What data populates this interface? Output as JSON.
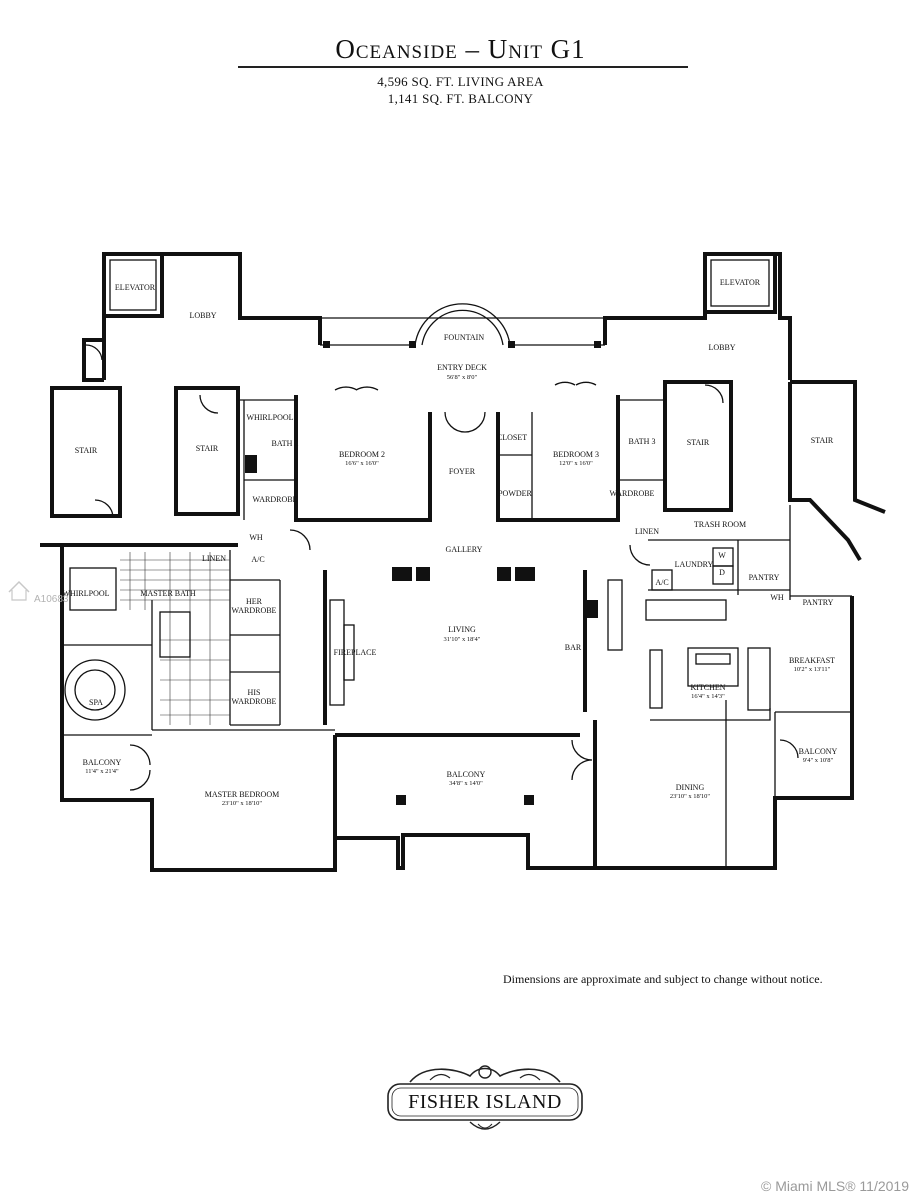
{
  "header": {
    "title": "Oceanside – Unit G1",
    "living_area": "4,596 SQ. FT. LIVING AREA",
    "balcony_area": "1,141 SQ. FT. BALCONY"
  },
  "rooms": {
    "elevator_left": "ELEVATOR",
    "elevator_right": "ELEVATOR",
    "lobby_left": "LOBBY",
    "lobby_right": "LOBBY",
    "fountain": "FOUNTAIN",
    "entry_deck": "ENTRY DECK",
    "entry_deck_dim": "56'8\" x 8'0\"",
    "stair_outer_left": "STAIR",
    "stair_inner_left": "STAIR",
    "stair_inner_right": "STAIR",
    "stair_outer_right": "STAIR",
    "whirlpool_top": "WHIRLPOOL",
    "bath2": "BATH 2",
    "bedroom2": "BEDROOM 2",
    "bedroom2_dim": "16'6\" x 16'0\"",
    "wardrobe_b2": "WARDROBE",
    "foyer": "FOYER",
    "closet": "CLOSET",
    "powder": "POWDER",
    "bedroom3": "BEDROOM 3",
    "bedroom3_dim": "12'0\" x 16'0\"",
    "bath3": "BATH 3",
    "wardrobe_b3": "WARDROBE",
    "linen_right": "LINEN",
    "trash_room": "TRASH ROOM",
    "wh_left": "WH",
    "ac_left": "A/C",
    "linen_left": "LINEN",
    "gallery": "GALLERY",
    "laundry": "LAUNDRY",
    "w": "W",
    "d": "D",
    "pantry1": "PANTRY",
    "ac_right": "A/C",
    "wh_right": "WH",
    "pantry2": "PANTRY",
    "whirlpool_master": "WHIRLPOOL",
    "master_bath": "MASTER BATH",
    "her_wardrobe_1": "HER",
    "her_wardrobe_2": "WARDROBE",
    "fireplace": "FIREPLACE",
    "living": "LIVING",
    "living_dim": "31'10\" x 18'4\"",
    "bar": "BAR",
    "breakfast": "BREAKFAST",
    "breakfast_dim": "10'2\" x 13'11\"",
    "kitchen": "KITCHEN",
    "kitchen_dim": "16'4\" x 14'3\"",
    "spa": "SPA",
    "his_wardrobe_1": "HIS",
    "his_wardrobe_2": "WARDROBE",
    "balcony_left": "BALCONY",
    "balcony_left_dim": "11'4\" x 21'4\"",
    "master_bedroom": "MASTER BEDROOM",
    "master_bedroom_dim": "23'10\" x 18'10\"",
    "balcony_center": "BALCONY",
    "balcony_center_dim": "34'8\" x 14'0\"",
    "dining": "DINING",
    "dining_dim": "23'10\" x 18'10\"",
    "balcony_right": "BALCONY",
    "balcony_right_dim": "9'4\" x 10'8\""
  },
  "footer": {
    "disclaimer": "Dimensions are approximate and subject to change without notice.",
    "logo_text": "FISHER ISLAND",
    "listing_id": "A10683",
    "watermark": "© Miami MLS® 11/2019"
  }
}
